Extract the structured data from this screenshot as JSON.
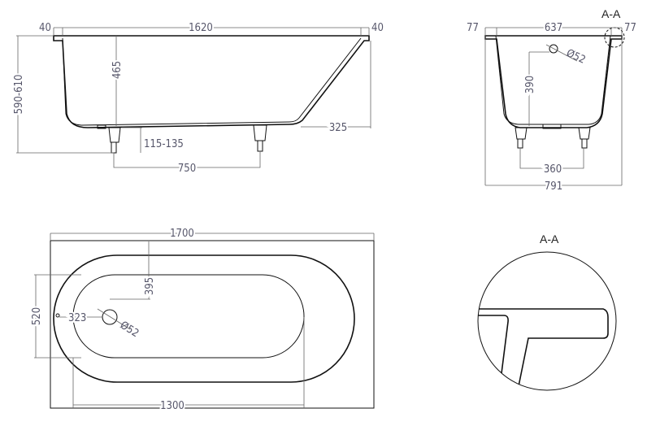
{
  "side_view": {
    "rim_left": "40",
    "inner_length": "1620",
    "rim_right": "40",
    "total_height": "590-610",
    "inner_depth": "465",
    "leg_height": "115-135",
    "leg_spacing": "750",
    "slope_offset": "325"
  },
  "end_view": {
    "section_label": "A-A",
    "rim_left": "77",
    "inner_width": "637",
    "rim_right": "77",
    "overflow_height": "390",
    "overflow_diameter": "Ø52",
    "leg_spacing": "360",
    "total_width": "791"
  },
  "top_view": {
    "total_length": "1700",
    "overflow_offset": "395",
    "inner_width": "520",
    "drain_offset": "323",
    "drain_diameter": "Ø52",
    "bottom_length": "1300"
  },
  "detail_view": {
    "section_label": "A-A"
  }
}
